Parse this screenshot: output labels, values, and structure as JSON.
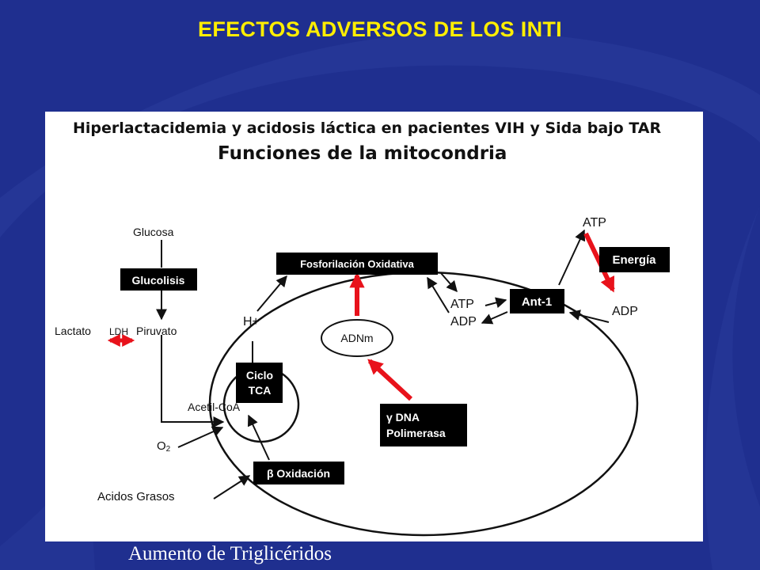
{
  "slide": {
    "title": "EFECTOS ADVERSOS DE LOS INTI",
    "footer": "Aumento  de Triglicéridos"
  },
  "figure": {
    "heading": "Hiperlactacidemia y acidosis láctica en pacientes VIH y Sida bajo TAR",
    "subheading": "Funciones de la mitocondria",
    "labels": {
      "glucosa": "Glucosa",
      "lactato": "Lactato",
      "ldh": "LDH",
      "piruvato": "Piruvato",
      "hplus": "H+",
      "acetil_coa": "Acetil-CoA",
      "o2_main": "O",
      "o2_sub": "2",
      "acidos_grasos": "Acidos Grasos",
      "adnm": "ADNm",
      "atp_inner": "ATP",
      "adp_inner": "ADP",
      "atp_outer": "ATP",
      "adp_outer": "ADP"
    },
    "boxes": {
      "glucolisis": "Glucolisis",
      "fosforilacion": "Fosforilación Oxidativa",
      "ciclo_line1": "Ciclo",
      "ciclo_line2": "TCA",
      "beta_oxidacion": "β Oxidación",
      "dna_pol_line1": "γ DNA",
      "dna_pol_line2": "Polimerasa",
      "ant1": "Ant-1",
      "energia": "Energía"
    }
  },
  "colors": {
    "background": "#1f2f8f",
    "title": "#ffee00",
    "highlight_arrow": "#e8121b",
    "box_fill": "#000000"
  }
}
